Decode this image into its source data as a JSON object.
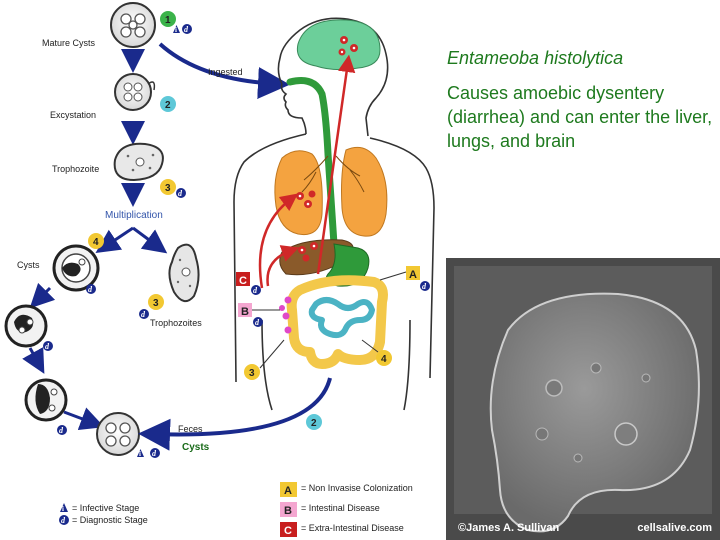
{
  "text": {
    "title": "Entameoba histolytica",
    "description": "Causes amoebic dysentery (diarrhea) and can enter the liver, lungs, and brain"
  },
  "cycle": {
    "mature_cysts": "Mature Cysts",
    "excystation": "Excystation",
    "trophozoite": "Trophozoite",
    "multiplication": "Multiplication",
    "cysts": "Cysts",
    "trophozoites": "Trophozoites",
    "feces": "Feces",
    "feces_cysts": "Cysts",
    "ingested": "Ingested"
  },
  "stages": {
    "s1": "1",
    "s2": "2",
    "s3": "3",
    "s4": "4",
    "i": "i",
    "d": "d"
  },
  "body_labels": {
    "a": "A",
    "b": "B",
    "c": "C",
    "n2": "2",
    "n3": "3",
    "n4": "4"
  },
  "legend": {
    "a_letter": "A",
    "a_text": "= Non Invasise Colonization",
    "b_letter": "B",
    "b_text": "= Intestinal Disease",
    "c_letter": "C",
    "c_text": "= Extra-Intestinal Disease",
    "infective": "= Infective Stage",
    "diagnostic": "= Diagnostic Stage"
  },
  "micrograph": {
    "credit": "©James A. Sullivan",
    "site": "cellsalive.com"
  },
  "colors": {
    "title_green": "#1e7a1e",
    "arrow_navy": "#1a2a8c",
    "stage_green": "#3bb34a",
    "stage_teal": "#5ec8d8",
    "stage_yellow": "#f2c832",
    "box_a": "#f2c832",
    "box_b": "#f4a6d0",
    "box_c": "#c81e1e",
    "lungs": "#f4a340",
    "brain": "#6ccf9a",
    "esophagus": "#2f9a3a",
    "colon": "#f3c84a",
    "small_intestine": "#4bb3c4",
    "liver": "#8a5a2a",
    "red_arrow": "#d02828"
  }
}
